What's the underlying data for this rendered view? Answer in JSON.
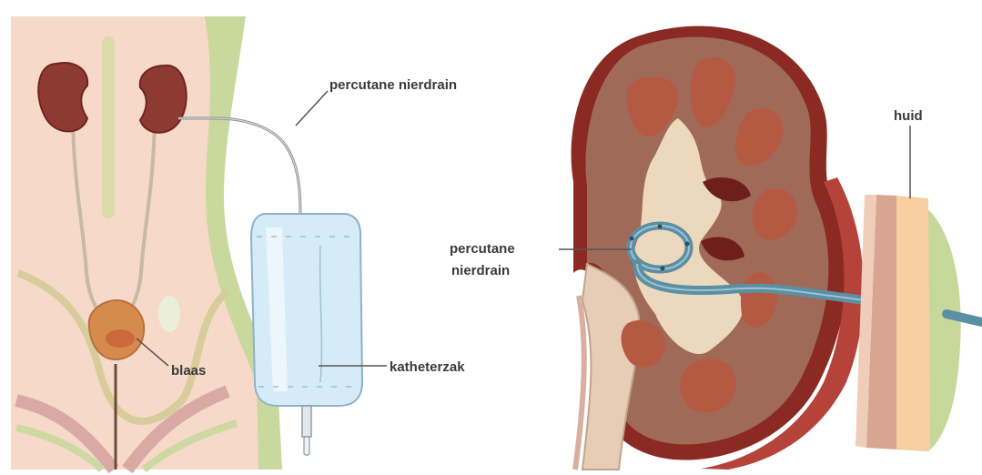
{
  "labels": {
    "drain_left": "percutane nierdrain",
    "bladder": "blaas",
    "catheter_bag": "katheterzak",
    "drain_right_line1": "percutane",
    "drain_right_line2": "nierdrain",
    "skin": "huid"
  },
  "colors": {
    "skin": "#f4d6c6",
    "body_edge": "#c8d79a",
    "kidney": "#8e3a32",
    "kidney_dark": "#6e2520",
    "kidney_pale": "#e8d2b8",
    "drain": "#5b8fa3",
    "bag": "#cfe8f6",
    "bladder": "#d68a4c"
  }
}
